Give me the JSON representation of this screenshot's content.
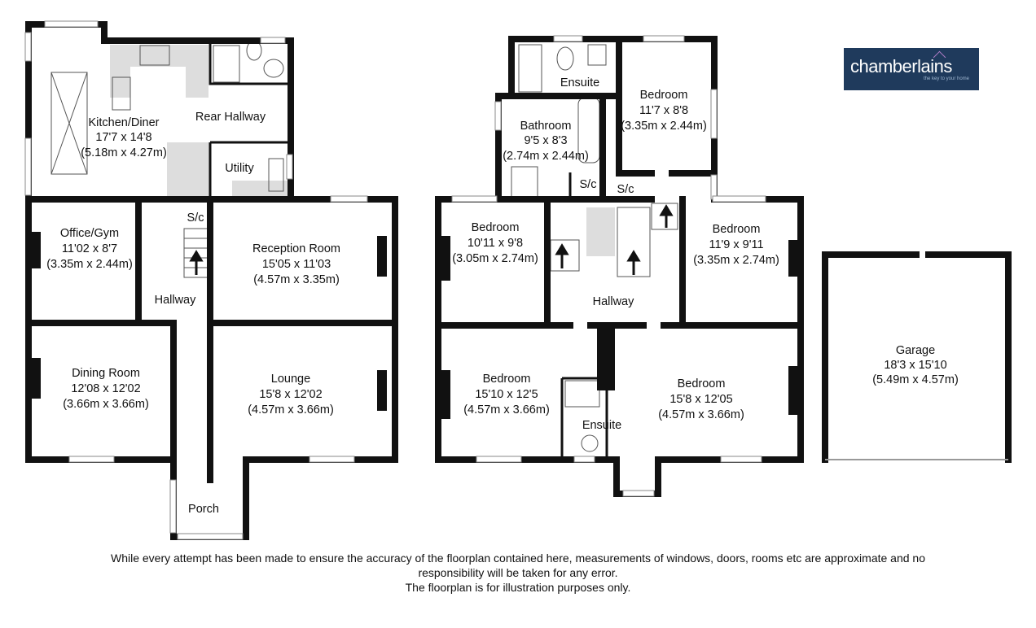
{
  "ground_floor": {
    "rooms": [
      {
        "name": "Kitchen/Diner",
        "imperial": "17'7 x 14'8",
        "metric": "(5.18m x 4.27m)"
      },
      {
        "name": "Rear Hallway"
      },
      {
        "name": "Utility"
      },
      {
        "name": "S/c"
      },
      {
        "name": "Office/Gym",
        "imperial": "11'02 x 8'7",
        "metric": "(3.35m x 2.44m)"
      },
      {
        "name": "Hallway"
      },
      {
        "name": "Reception Room",
        "imperial": "15'05 x 11'03",
        "metric": "(4.57m x 3.35m)"
      },
      {
        "name": "Dining Room",
        "imperial": "12'08 x 12'02",
        "metric": "(3.66m x 3.66m)"
      },
      {
        "name": "Lounge",
        "imperial": "15'8 x 12'02",
        "metric": "(4.57m x 3.66m)"
      },
      {
        "name": "Porch"
      }
    ]
  },
  "first_floor": {
    "rooms": [
      {
        "name": "Ensuite"
      },
      {
        "name": "Bedroom",
        "imperial": "11'7 x 8'8",
        "metric": "(3.35m x 2.44m)"
      },
      {
        "name": "Bathroom",
        "imperial": "9'5 x 8'3",
        "metric": "(2.74m x 2.44m)"
      },
      {
        "name": "S/c"
      },
      {
        "name": "S/c"
      },
      {
        "name": "Bedroom",
        "imperial": "10'11 x 9'8",
        "metric": "(3.05m x 2.74m)"
      },
      {
        "name": "Hallway"
      },
      {
        "name": "Bedroom",
        "imperial": "11'9 x 9'11",
        "metric": "(3.35m x 2.74m)"
      },
      {
        "name": "Bedroom",
        "imperial": "15'10 x 12'5",
        "metric": "(4.57m x 3.66m)"
      },
      {
        "name": "Ensuite"
      },
      {
        "name": "Bedroom",
        "imperial": "15'8 x 12'05",
        "metric": "(4.57m x 3.66m)"
      }
    ]
  },
  "garage": {
    "name": "Garage",
    "imperial": "18'3 x 15'10",
    "metric": "(5.49m x 4.57m)"
  },
  "logo": {
    "name": "chamberlains",
    "tagline": "the key to your home",
    "color": "#1f3a5c"
  },
  "disclaimer": {
    "line1": "While every attempt has been made to ensure the accuracy of the floorplan contained here, measurements of windows, doors, rooms etc are approximate and no",
    "line2": "responsibility will be taken for any error.",
    "line3": "The floorplan is for illustration purposes only."
  }
}
